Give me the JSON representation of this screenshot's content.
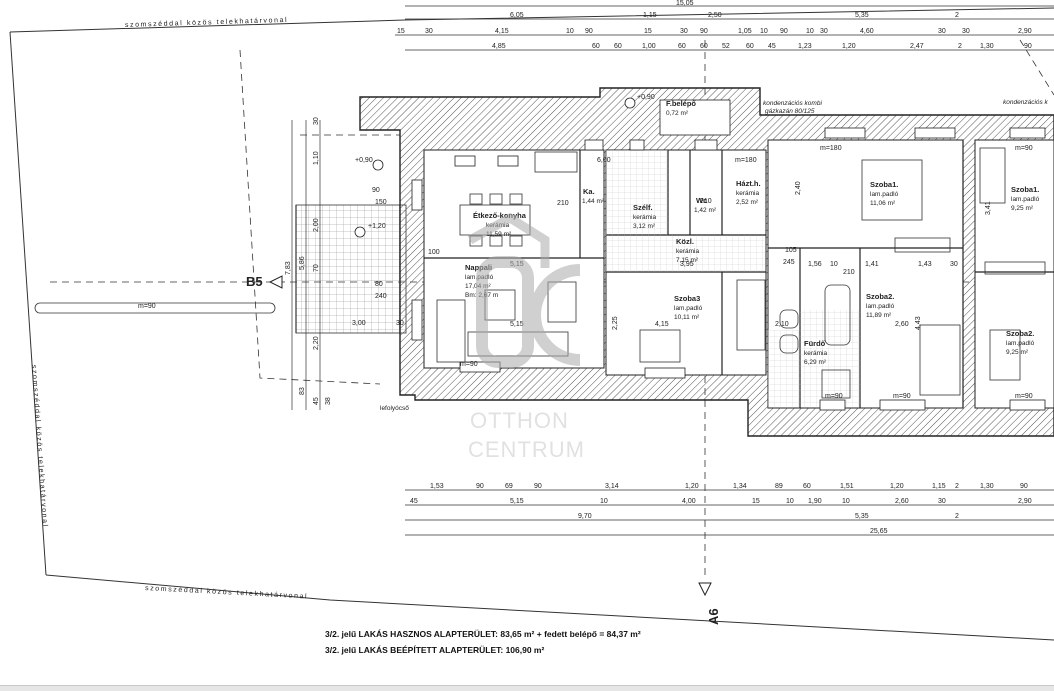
{
  "boundary_labels": {
    "top": "szomszéddal közös telekhatárvonal",
    "left": "szomszéddal közös telekhatárvonal",
    "bottom": "szomszéddal közös telekhatárvonal"
  },
  "section_markers": {
    "b5": "B5",
    "a6": "A6"
  },
  "rooms": {
    "etkezo": {
      "name": "Étkező-konyha",
      "floor": "kerámia",
      "area": "11,59 m²"
    },
    "nappali": {
      "name": "Nappali",
      "floor": "lam.padló",
      "area": "17,04 m²",
      "bm": "Bm: 2,67 m"
    },
    "kamra": {
      "name": "Ka.",
      "area": "1,44 m²"
    },
    "szelfogo": {
      "name": "Szélf.",
      "floor": "kerámia",
      "area": "3,12 m²"
    },
    "wc": {
      "name": "Wc",
      "area": "1,42 m²"
    },
    "haztartas": {
      "name": "Házt.h.",
      "floor": "kerámia",
      "area": "2,52 m²"
    },
    "kozl": {
      "name": "Közl.",
      "floor": "kerámia",
      "area": "7,15 m²"
    },
    "szoba3": {
      "name": "Szoba3",
      "floor": "lam.padló",
      "area": "10,11 m²"
    },
    "szoba1": {
      "name": "Szoba1.",
      "floor": "lam.padló",
      "area": "11,06 m²"
    },
    "szoba2": {
      "name": "Szoba2.",
      "floor": "lam.padló",
      "area": "11,89 m²"
    },
    "furdo": {
      "name": "Fürdő",
      "floor": "kerámia",
      "area": "6,29 m²"
    },
    "szoba1b": {
      "name": "Szoba1.",
      "floor": "lam.padló",
      "area": "9,25 m²"
    },
    "szoba2b": {
      "name": "Szoba2.",
      "floor": "lam.padló",
      "area": "9,25 m²"
    }
  },
  "labels": {
    "f_belepo": "F.belépő",
    "f_belepo_area": "0,72 m²",
    "kondenz": "kondenzációs kombi",
    "kondenz2": "gázkazán 80/125",
    "kondenz_right": "kondenzációs k",
    "lefolyocso": "lefolyócső",
    "plus90": "+0,90",
    "plus120": "+1,20",
    "plus090b": "+0,90"
  },
  "dims_top": {
    "row1": [
      "15,05"
    ],
    "row2": [
      "6,05",
      "1,15",
      "2,50",
      "5,35",
      "2"
    ],
    "row3": [
      "15",
      "30",
      "4,15",
      "10",
      "90",
      "15",
      "30",
      "90",
      "1,05",
      "10",
      "90",
      "10",
      "30",
      "4,60",
      "30",
      "30",
      "2,90"
    ],
    "row4": [
      "4,85",
      "60",
      "60",
      "1,00",
      "60",
      "60",
      "52",
      "60",
      "45",
      "1,23",
      "1,20",
      "2,47",
      "2",
      "1,30",
      "90"
    ]
  },
  "dims_bottom": {
    "row1": [
      "1,53",
      "90",
      "69",
      "90",
      "3,14",
      "1,20",
      "1,34",
      "89",
      "60",
      "1,51",
      "1,20",
      "1,15",
      "2",
      "1,30",
      "90"
    ],
    "row2": [
      "45",
      "5,15",
      "10",
      "4,00",
      "15",
      "10",
      "1,90",
      "10",
      "2,60",
      "30",
      "2,90"
    ],
    "row3": [
      "9,70",
      "5,35",
      "2"
    ],
    "row4": [
      "25,65"
    ]
  },
  "dims_left": [
    "1,10",
    "30",
    "2,00",
    "70",
    "5,86",
    "7,83",
    "2,20",
    "83",
    "45",
    "38"
  ],
  "dims_inner": [
    "5,15",
    "5,15",
    "3,95",
    "1,56",
    "10",
    "1,41",
    "1,43",
    "30",
    "2,10",
    "2,60",
    "4,15",
    "4,43",
    "3,41",
    "2,40",
    "2,25",
    "210",
    "210",
    "210",
    "240",
    "105",
    "245",
    "100",
    "80",
    "90",
    "150",
    "30",
    "3,00",
    "6,00",
    "m=180",
    "m=180",
    "m=90",
    "m=90",
    "m=90",
    "m=90",
    "m=90",
    "m=90"
  ],
  "watermark": {
    "line1": "OTTHON",
    "line2": "CENTRUM"
  },
  "summary": {
    "line1": "3/2. jelű LAKÁS HASZNOS ALAPTERÜLET: 83,65 m² + fedett belépő = 84,37 m²",
    "line2": "3/2. jelű LAKÁS BEÉPÍTETT ALAPTERÜLET: 106,90 m²"
  }
}
